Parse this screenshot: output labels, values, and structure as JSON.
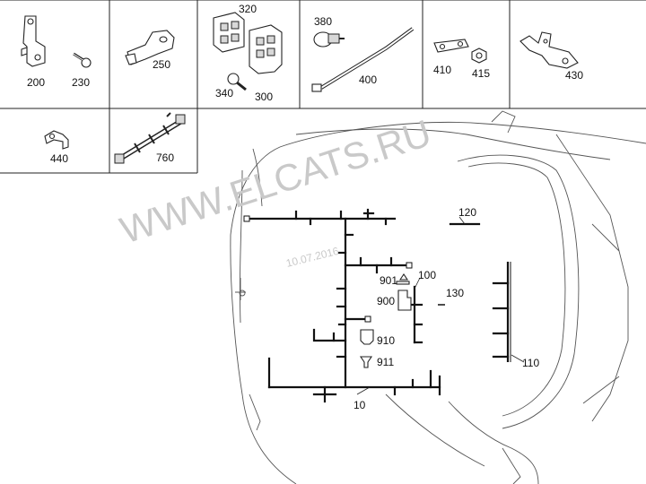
{
  "parts": {
    "p200": "200",
    "p230": "230",
    "p250": "250",
    "p320": "320",
    "p340": "340",
    "p300": "300",
    "p380": "380",
    "p400": "400",
    "p410": "410",
    "p415": "415",
    "p430": "430",
    "p440": "440",
    "p760": "760"
  },
  "diagram": {
    "l10": "10",
    "l100": "100",
    "l110": "110",
    "l120": "120",
    "l130": "130",
    "l900": "900",
    "l901": "901",
    "l910": "910",
    "l911": "911"
  },
  "watermark": {
    "site": "WWW.ELCATS.RU",
    "date": "10.07.2016"
  }
}
